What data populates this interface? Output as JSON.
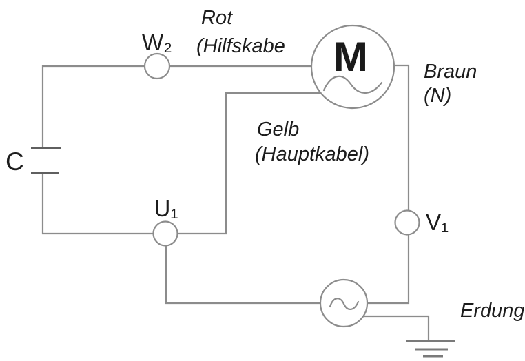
{
  "diagram": {
    "type": "circuit-schematic",
    "description": "Single-phase motor capacitor wiring diagram with AC source and ground",
    "colors": {
      "wire": "#8c8c8c",
      "text": "#1c1c1c",
      "background": "#ffffff"
    },
    "components": {
      "motor": {
        "label": "M"
      },
      "capacitor": {
        "label": "C"
      },
      "terminal_w2": {
        "label": "W₂"
      },
      "terminal_u1": {
        "label": "U₁"
      },
      "terminal_v1": {
        "label": "V₁"
      },
      "ac_source": {
        "symbol": "sine-wave"
      },
      "ground": {
        "label": "Erdung"
      }
    },
    "wire_labels": {
      "red": {
        "line1": "Rot",
        "line2": "(Hilfskabe"
      },
      "yellow": {
        "line1": "Gelb",
        "line2": "(Hauptkabel)"
      },
      "brown": {
        "line1": "Braun",
        "line2": "(N)"
      }
    }
  }
}
